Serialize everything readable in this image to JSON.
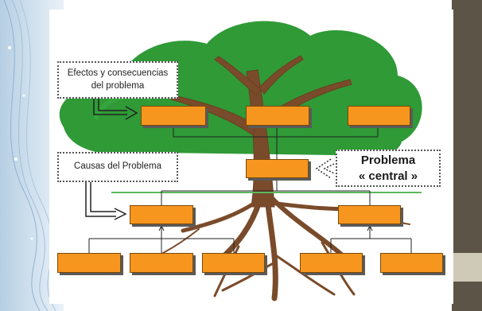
{
  "callouts": {
    "effects": {
      "line1": "Efectos y consecuencias",
      "line2": "del problema"
    },
    "causes": {
      "label": "Causas del Problema"
    },
    "central": {
      "line1": "Problema",
      "line2": "« central »"
    }
  },
  "colors": {
    "box_fill": "#f7961f",
    "canopy": "#2f9a36",
    "trunk": "#7a4b2a",
    "ground_line": "#5cb85c",
    "left_strip": "#c9dbea",
    "right_strip": "#5c5547"
  }
}
